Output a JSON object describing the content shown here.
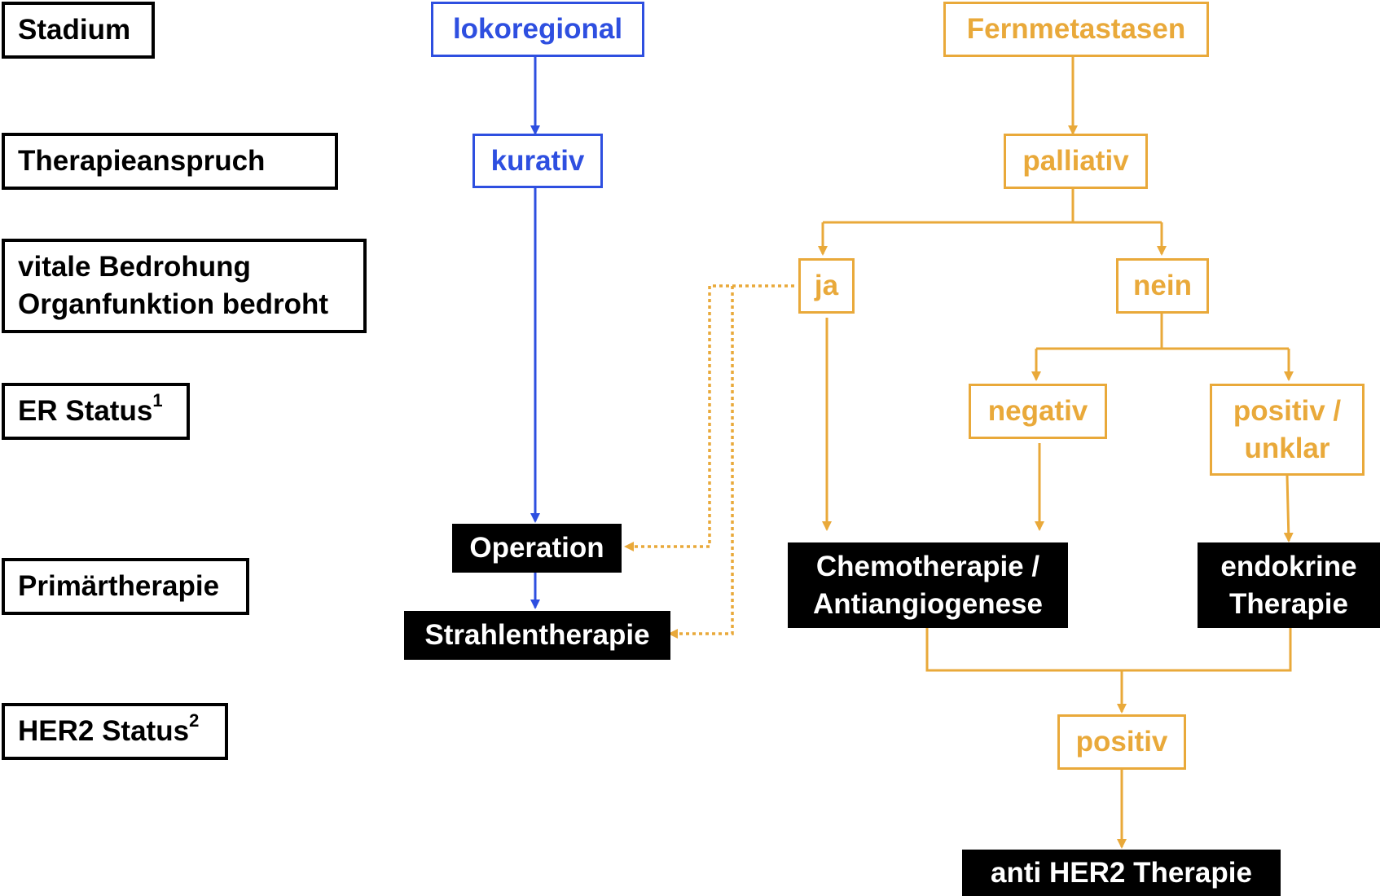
{
  "colors": {
    "blue": "#2e4fe0",
    "orange": "#e9a93a",
    "black": "#000000"
  },
  "rows": {
    "stadium": "Stadium",
    "therapieanspruch": "Therapieanspruch",
    "bedrohung": [
      "vitale Bedrohung",
      "Organfunktion bedroht"
    ],
    "er_status": "ER Status",
    "er_footnote": "1",
    "primaertherapie": "Primärtherapie",
    "her2_status": "HER2 Status",
    "her2_footnote": "2"
  },
  "local_branch": {
    "stage": "lokoregional",
    "intent": "kurativ",
    "therapy_1": "Operation",
    "therapy_2": "Strahlentherapie"
  },
  "metastatic_branch": {
    "stage": "Fernmetastasen",
    "intent": "palliativ",
    "threat_yes": "ja",
    "threat_no": "nein",
    "er_negative": "negativ",
    "er_positive": [
      "positiv /",
      "unklar"
    ],
    "chemo": [
      "Chemotherapie /",
      "Antiangiogenese"
    ],
    "endocrine": [
      "endokrine",
      "Therapie"
    ],
    "her2_positive": "positiv",
    "anti_her2": "anti HER2 Therapie"
  }
}
